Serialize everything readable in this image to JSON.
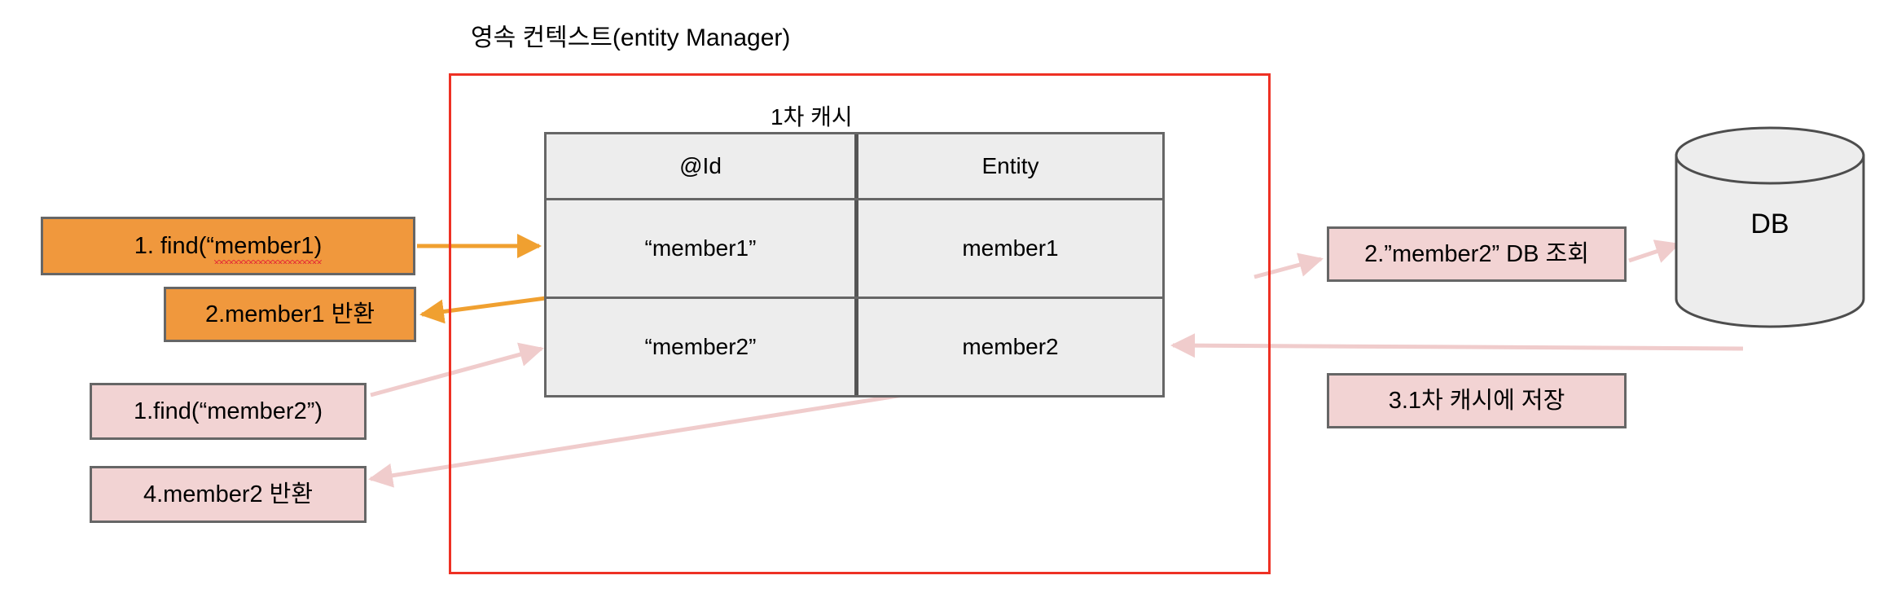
{
  "diagram": {
    "title": "영속 컨텍스트(entity Manager)",
    "cache_title": "1차 캐시",
    "database_label": "DB",
    "colors": {
      "context_border": "#ee3124",
      "orange_fill": "#f0983d",
      "pink_fill": "#f2d3d3",
      "table_fill": "#ededed",
      "table_border": "#666666",
      "orange_arrow": "#f0a030",
      "pink_arrow": "#f0cccc",
      "db_fill": "#ededed",
      "spellcheck_underline": "#e53935"
    }
  },
  "cache_table": {
    "headers": [
      "@Id",
      "Entity"
    ],
    "rows": [
      {
        "id": "“member1”",
        "entity": "member1"
      },
      {
        "id": "“member2”",
        "entity": "member2"
      }
    ]
  },
  "callouts": {
    "find_member1": {
      "prefix": "1. find(“",
      "highlighted": "member1)",
      "full": "1. find(“member1)",
      "color": "orange"
    },
    "return_member1": {
      "label": "2.member1 반환",
      "color": "orange"
    },
    "find_member2": {
      "label": "1.find(“member2”)",
      "color": "pink"
    },
    "return_member2": {
      "label": "4.member2 반환",
      "color": "pink"
    },
    "db_query": {
      "label": "2.”member2” DB 조회",
      "color": "pink"
    },
    "store_cache": {
      "label": "3.1차 캐시에 저장",
      "color": "pink"
    }
  }
}
